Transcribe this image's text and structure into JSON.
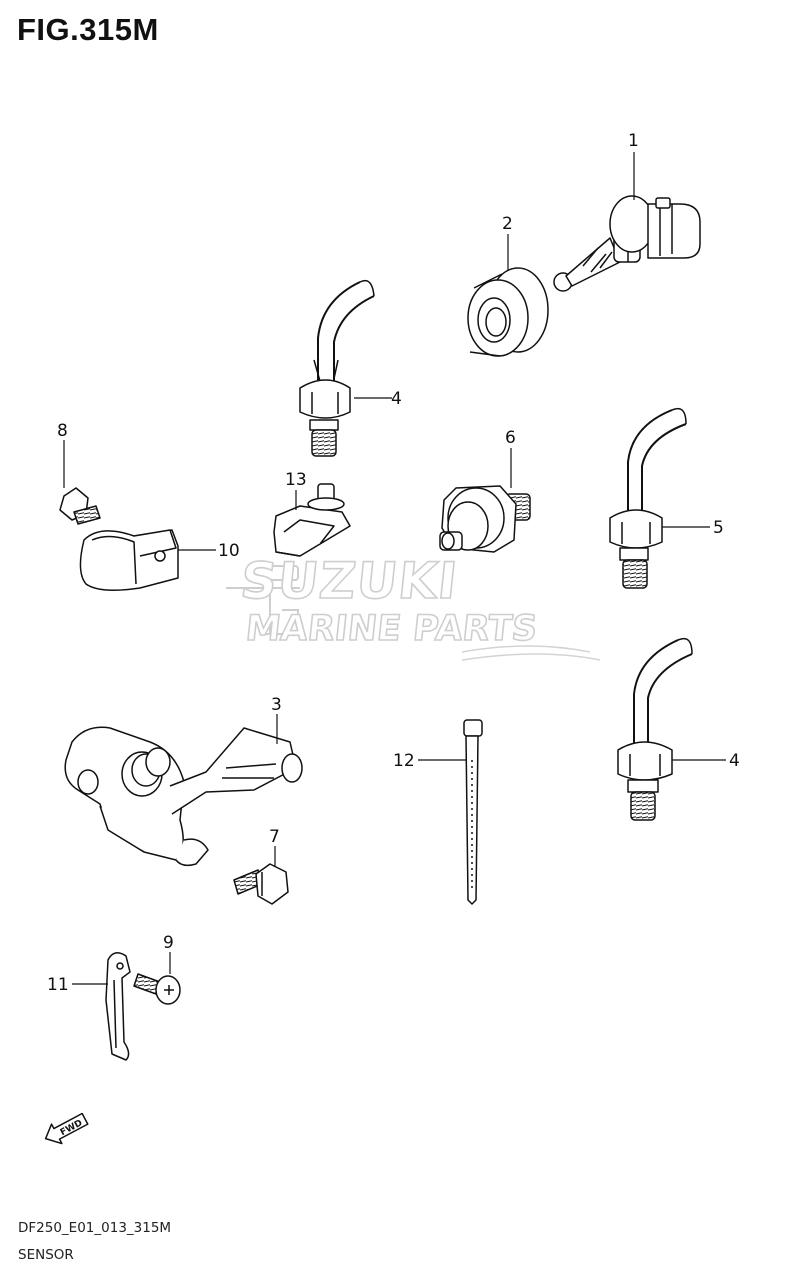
{
  "figure": {
    "title": "FIG.315M"
  },
  "watermark": {
    "brand": "SUZUKI",
    "subtitle": "MARINE PARTS"
  },
  "parts": [
    {
      "number": "1"
    },
    {
      "number": "2"
    },
    {
      "number": "3"
    },
    {
      "number": "4"
    },
    {
      "number": "4"
    },
    {
      "number": "5"
    },
    {
      "number": "6"
    },
    {
      "number": "7"
    },
    {
      "number": "8"
    },
    {
      "number": "9"
    },
    {
      "number": "10"
    },
    {
      "number": "11"
    },
    {
      "number": "12"
    },
    {
      "number": "13"
    }
  ],
  "direction_badge": {
    "label": "FWD"
  },
  "footer": {
    "model_code": "DF250_E01_013_315M",
    "section_name": "SENSOR"
  }
}
